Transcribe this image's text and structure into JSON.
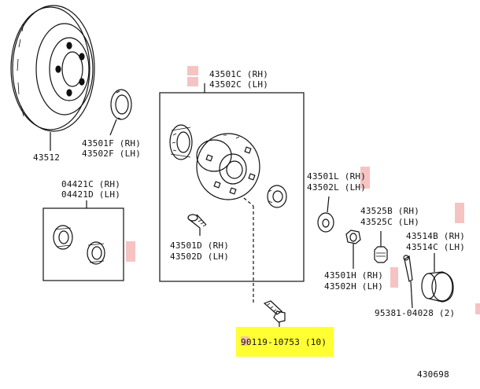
{
  "diagram": {
    "highlight_color": "#ffff33",
    "marker_color": "#f4b9b9",
    "labels": {
      "disc": "43512",
      "seal_rh": "43501F (RH)",
      "seal_lh": "43502F (LH)",
      "bearing_kit_rh": "04421C (RH)",
      "bearing_kit_lh": "04421D (LH)",
      "hub_rh": "43501C (RH)",
      "hub_lh": "43502C (LH)",
      "hub_bolt_rh": "43501D (RH)",
      "hub_bolt_lh": "43502D (LH)",
      "washer_rh": "43501L (RH)",
      "washer_lh": "43502L (LH)",
      "nut_rh": "43501H (RH)",
      "nut_lh": "43502H (LH)",
      "lock_cap_rh": "43525B (RH)",
      "lock_cap_lh": "43525C (LH)",
      "grease_cap_rh": "43514B (RH)",
      "grease_cap_lh": "43514C (LH)",
      "cotter_pin": "95381-04028 (2)",
      "bolt": "90119-10753 (10)",
      "figure_number": "430698"
    }
  }
}
